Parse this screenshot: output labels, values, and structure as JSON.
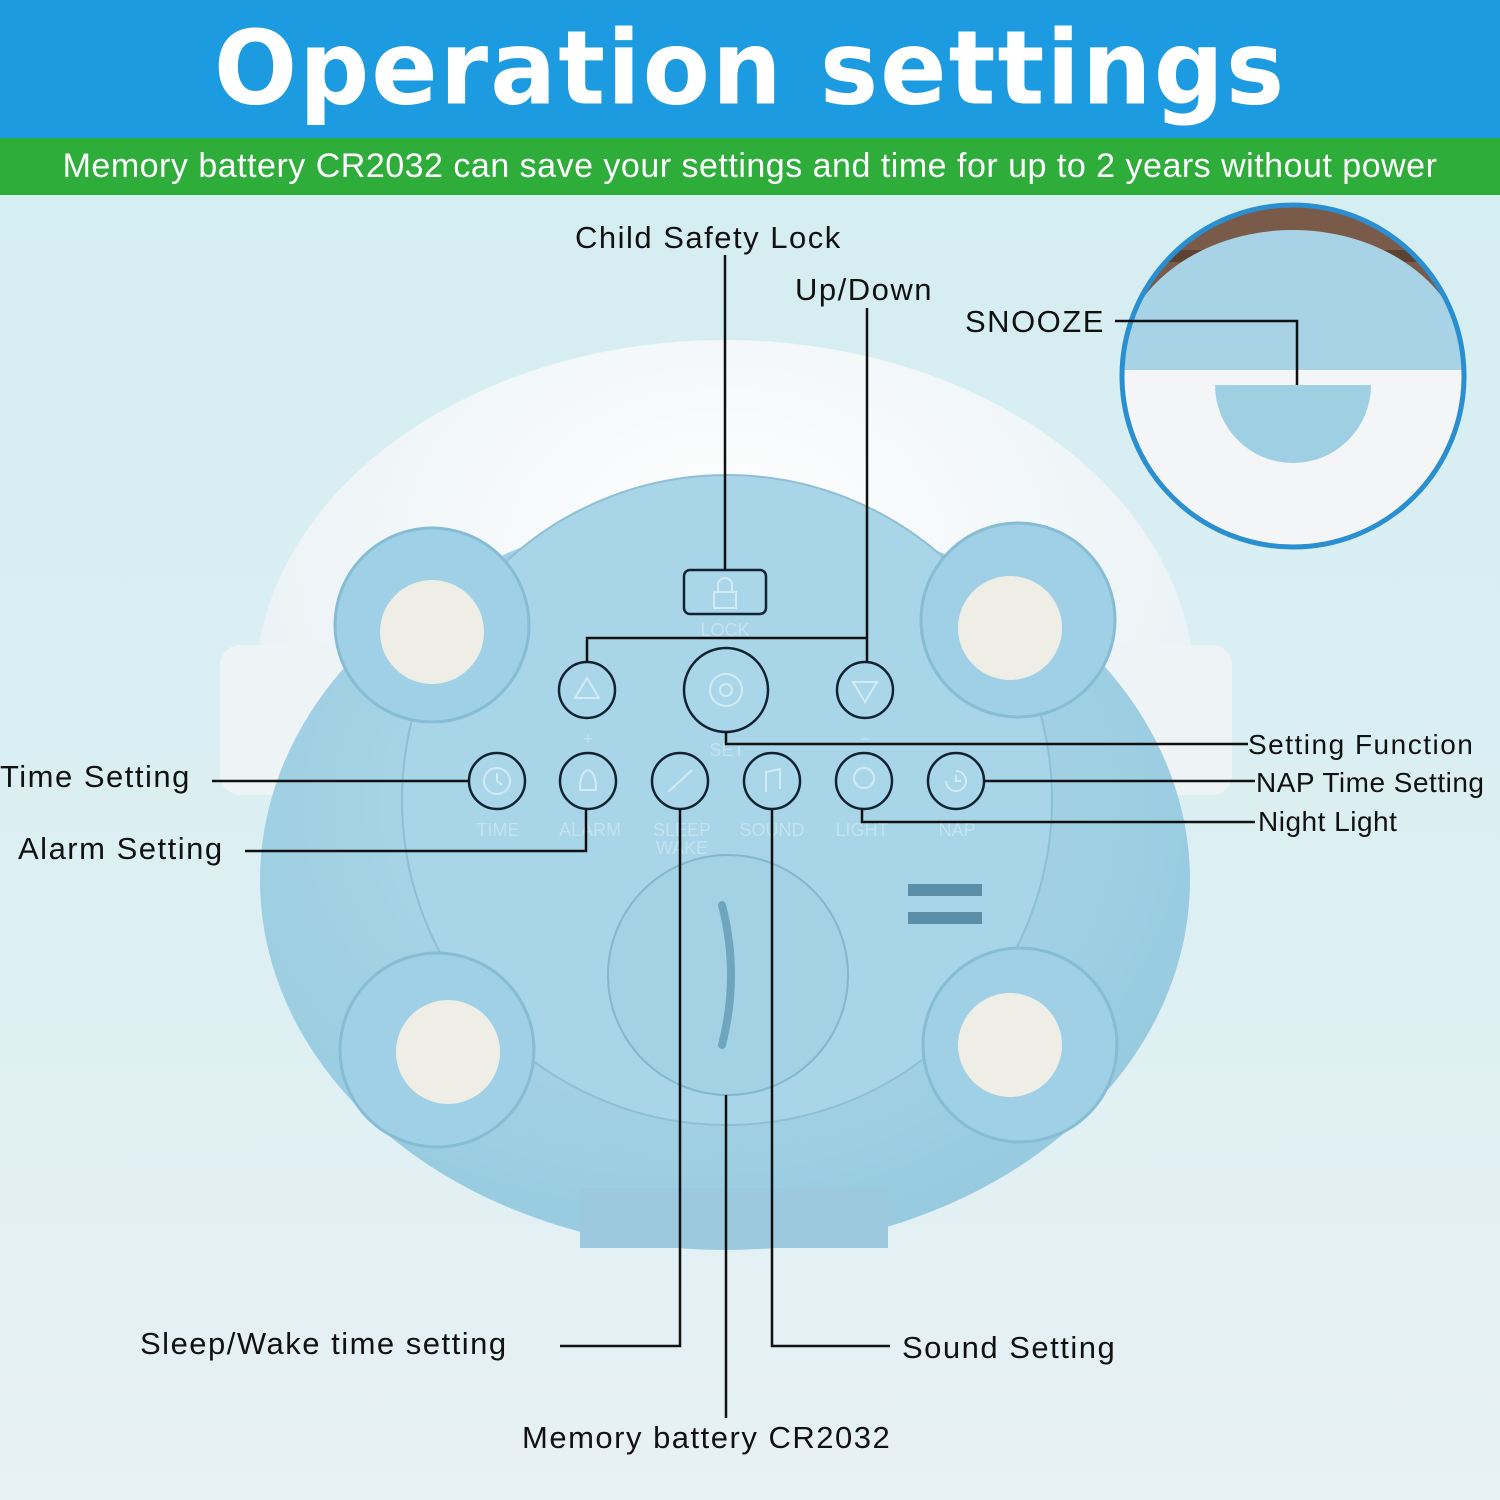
{
  "header": {
    "title": "Operation settings",
    "subtitle": "Memory battery CR2032 can save your settings and time for up to 2 years without power"
  },
  "callouts": {
    "child_lock": "Child Safety Lock",
    "up_down": "Up/Down",
    "snooze": "SNOOZE",
    "setting_function": "Setting Function",
    "nap": "NAP Time Setting",
    "night_light": "Night Light",
    "time": "Time Setting",
    "alarm": "Alarm Setting",
    "sleep_wake": "Sleep/Wake time setting",
    "sound": "Sound Setting",
    "battery": "Memory battery CR2032"
  },
  "device_labels": {
    "lock": "LOCK",
    "plus": "+",
    "set": "SET",
    "minus": "−",
    "time": "TIME",
    "alarm": "ALARM",
    "sleep": "SLEEP",
    "wake": "WAKE",
    "sound": "SOUND",
    "light": "LIGHT",
    "nap": "NAP"
  },
  "colors": {
    "header": "#1d9be0",
    "subbar": "#2ead3b",
    "device_blue": "#a9d6e8"
  }
}
